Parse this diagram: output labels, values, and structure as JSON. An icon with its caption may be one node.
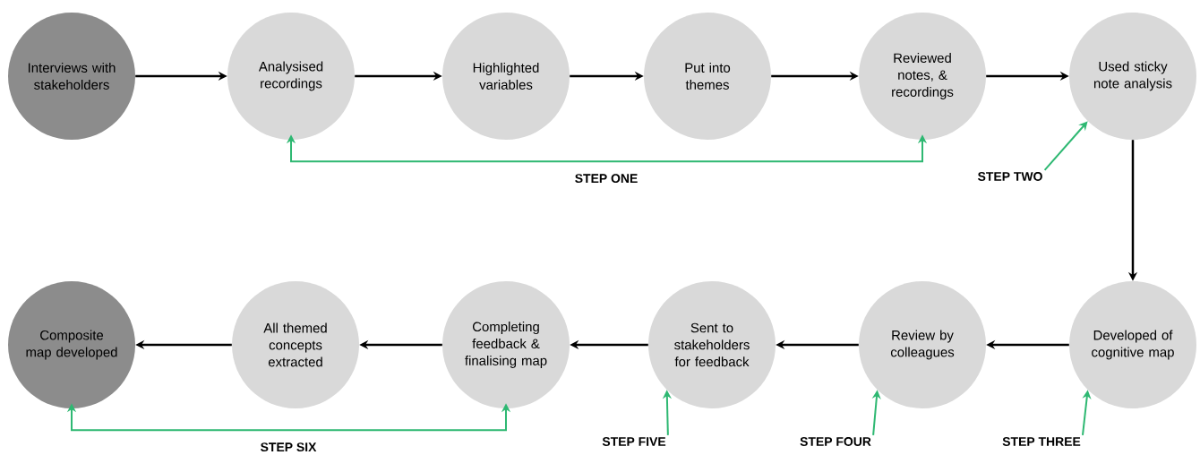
{
  "diagram": {
    "nodes": [
      {
        "text": [
          "Interviews with stakeholders"
        ]
      },
      {
        "text": [
          "Analysised recordings"
        ]
      },
      {
        "text": [
          "Highlighted variables"
        ]
      },
      {
        "text": [
          "Put into themes"
        ]
      },
      {
        "text": [
          "Reviewed notes, & recordings"
        ]
      },
      {
        "text": [
          "Used sticky note analysis"
        ]
      },
      {
        "text": [
          "Developed of cognitive map"
        ]
      },
      {
        "text": [
          "Review by colleagues"
        ]
      },
      {
        "text": [
          "Sent to stakeholders for feedback"
        ]
      },
      {
        "text": [
          "Completing feedback & finalising map"
        ]
      },
      {
        "text": [
          "All themed concepts extracted"
        ]
      },
      {
        "text": [
          "Composite map developed"
        ]
      },
      {
        "text": [
          "STEP TWO"
        ]
      },
      {
        "text": [
          "STEP THREE"
        ]
      },
      {
        "text": [
          "STEP FOUR"
        ]
      },
      {
        "text": [
          "STEP FIVE"
        ]
      }
    ],
    "edges": [
      {
        "from": 0,
        "to": 1,
        "arrow": "to"
      },
      {
        "from": 1,
        "to": 2,
        "arrow": "to"
      },
      {
        "from": 2,
        "to": 3,
        "arrow": "to"
      },
      {
        "from": 3,
        "to": 4,
        "arrow": "to"
      },
      {
        "from": 4,
        "to": 5,
        "arrow": "to"
      },
      {
        "from": 5,
        "to": 6,
        "arrow": "to"
      },
      {
        "from": 6,
        "to": 7,
        "arrow": "to"
      },
      {
        "from": 7,
        "to": 8,
        "arrow": "to"
      },
      {
        "from": 8,
        "to": 9,
        "arrow": "to"
      },
      {
        "from": 9,
        "to": 10,
        "arrow": "to"
      },
      {
        "from": 10,
        "to": 11,
        "arrow": "to"
      },
      {
        "from": 1,
        "to": 4,
        "arrow": "both",
        "label": "STEP ONE",
        "color": "#2eb872"
      },
      {
        "from": 12,
        "to": 5,
        "arrow": "to",
        "color": "#2eb872"
      },
      {
        "from": 13,
        "to": 6,
        "arrow": "to",
        "color": "#2eb872"
      },
      {
        "from": 14,
        "to": 7,
        "arrow": "to",
        "color": "#2eb872"
      },
      {
        "from": 15,
        "to": 8,
        "arrow": "to",
        "color": "#2eb872"
      },
      {
        "from": 11,
        "to": 9,
        "arrow": "both",
        "label": "STEP SIX",
        "color": "#2eb872"
      }
    ]
  }
}
